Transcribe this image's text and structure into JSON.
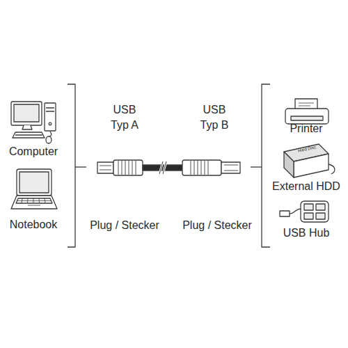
{
  "diagram": {
    "nodes": [
      {
        "text": [
          "Computer"
        ]
      },
      {
        "text": [
          "Notebook"
        ]
      },
      {
        "text": [
          "Printer"
        ]
      },
      {
        "text": [
          "External HDD"
        ]
      },
      {
        "text": [
          "USB Hub"
        ]
      }
    ],
    "labels": [
      "USB Typ A",
      "USB Typ B",
      "Plug / Stecker",
      "Plug / Stecker",
      "Hard Disc"
    ]
  }
}
